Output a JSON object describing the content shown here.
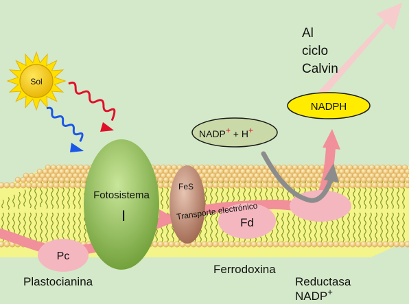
{
  "labels": {
    "sun": "Sol",
    "photosystem_line1": "Fotosistema",
    "photosystem_line2": "I",
    "fes": "FeS",
    "transport": "Transporte electrónico",
    "fd": "Fd",
    "pc": "Pc",
    "plastocianina": "Plastocianina",
    "ferrodoxina": "Ferrodoxina",
    "reductasa_line1": "Reductasa",
    "reductasa_line2": "NADP",
    "reductasa_sup": "+",
    "nadp": "NADP",
    "nadp_sup": "+",
    "plus_h": " + H",
    "h_sup": "+",
    "nadph": "NADPH",
    "calvin_line1": "Al",
    "calvin_line2": "ciclo",
    "calvin_line3": "Calvin"
  },
  "colors": {
    "background": "#d4e9c9",
    "membrane_core": "#f3f58a",
    "lipid_head": "#f4d28c",
    "lipid_tail": "#7a8a1e",
    "photosystem": "#8fbc5a",
    "fes": "#c08a72",
    "protein_pink": "#f4b7c0",
    "electron_path": "#f18f9a",
    "sun": "#ffe000",
    "sun_core": "#f4c700",
    "nadph_box": "#ffec00",
    "nadp_box": "#c9d9a8",
    "wave_red": "#e0102a",
    "wave_blue": "#1a56e8",
    "calvin_arrow": "#f6cccc",
    "gray_arrow": "#8c8c8c"
  }
}
